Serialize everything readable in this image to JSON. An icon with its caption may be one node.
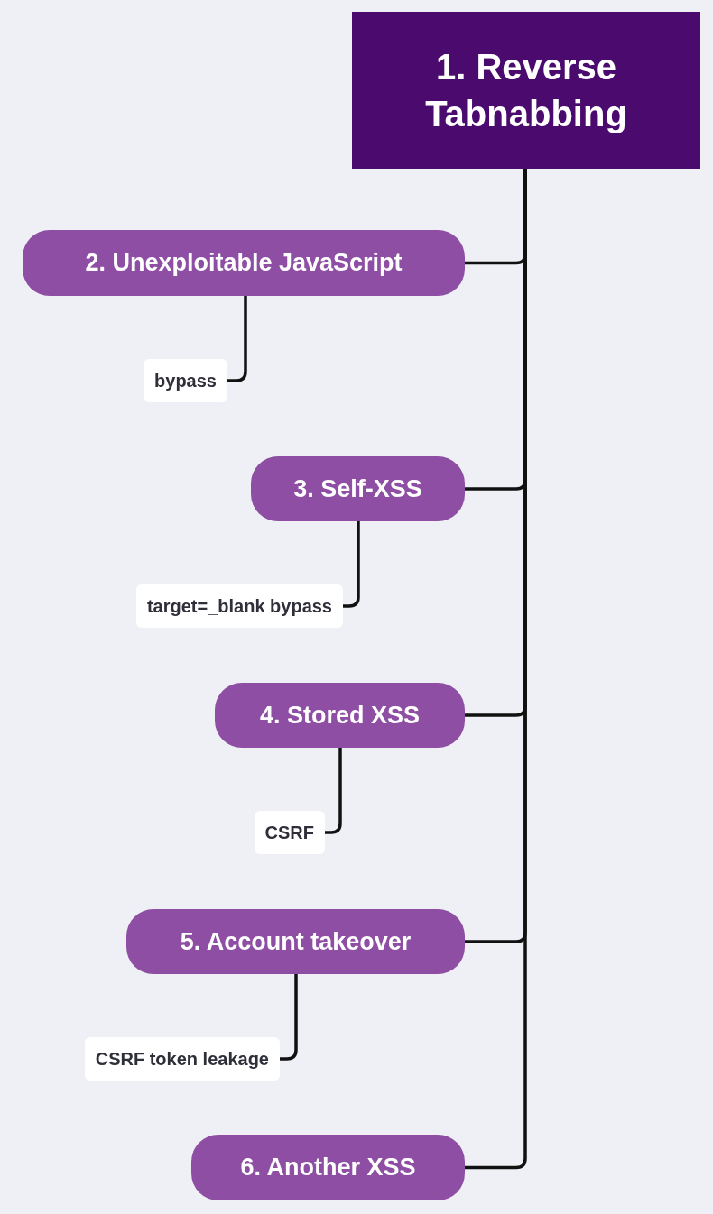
{
  "diagram": {
    "nodes": [
      {
        "text": [
          "1. Reverse Tabnabbing"
        ]
      },
      {
        "text": [
          "2. Unexploitable JavaScript"
        ]
      },
      {
        "text": [
          "bypass"
        ]
      },
      {
        "text": [
          "3. Self-XSS"
        ]
      },
      {
        "text": [
          "target=_blank bypass"
        ]
      },
      {
        "text": [
          "4. Stored XSS"
        ]
      },
      {
        "text": [
          "CSRF"
        ]
      },
      {
        "text": [
          "5. Account takeover"
        ]
      },
      {
        "text": [
          "CSRF token leakage"
        ]
      },
      {
        "text": [
          "6. Another XSS"
        ]
      }
    ],
    "edges": [
      {
        "from": 0,
        "to": 1,
        "arrow": "none"
      },
      {
        "from": 0,
        "to": 3,
        "arrow": "none"
      },
      {
        "from": 0,
        "to": 5,
        "arrow": "none"
      },
      {
        "from": 0,
        "to": 7,
        "arrow": "none"
      },
      {
        "from": 0,
        "to": 9,
        "arrow": "none"
      },
      {
        "from": 1,
        "to": 2,
        "arrow": "none"
      },
      {
        "from": 3,
        "to": 4,
        "arrow": "none"
      },
      {
        "from": 5,
        "to": 6,
        "arrow": "none"
      },
      {
        "from": 7,
        "to": 8,
        "arrow": "none"
      }
    ]
  }
}
